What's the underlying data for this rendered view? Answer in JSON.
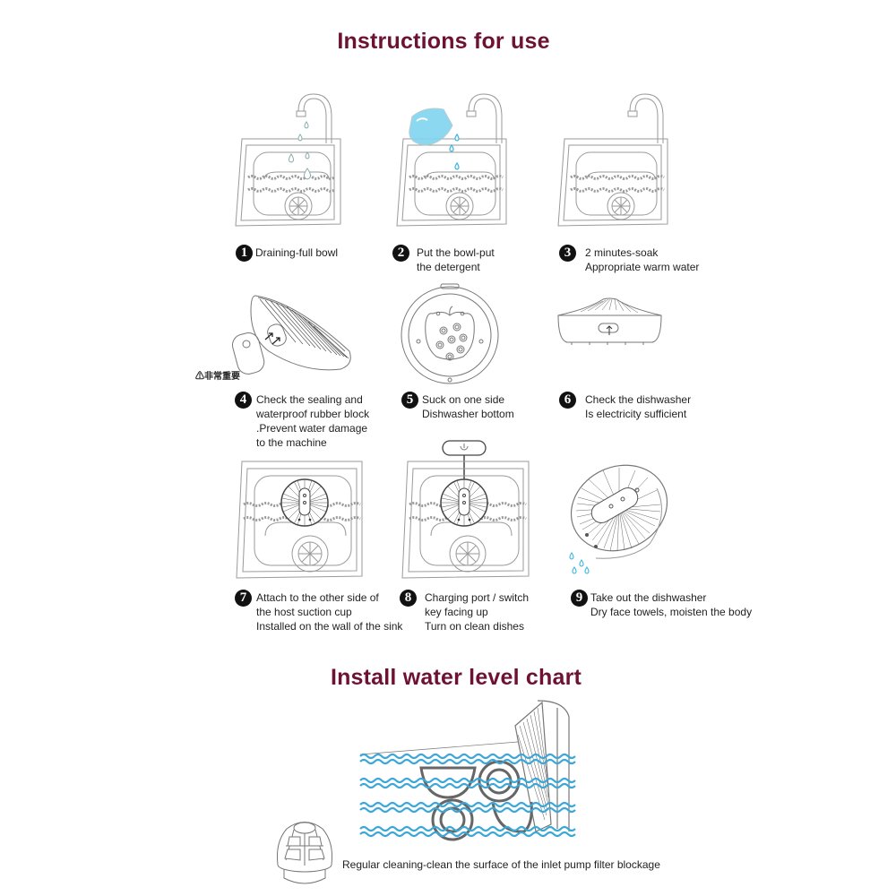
{
  "header": {
    "title": "Instructions for use"
  },
  "steps": [
    {
      "number": "1",
      "lines": [
        "Draining-full bowl"
      ],
      "icon": "sink-faucet-drops"
    },
    {
      "number": "2",
      "lines": [
        "Put the bowl-put",
        "the detergent"
      ],
      "icon": "sink-detergent-pour"
    },
    {
      "number": "3",
      "lines": [
        "2 minutes-soak",
        "Appropriate warm water"
      ],
      "icon": "sink-soak"
    },
    {
      "number": "4",
      "lines": [
        "Check the sealing and",
        "waterproof rubber block",
        ".Prevent water damage",
        "to the machine"
      ],
      "icon": "dishwasher-rubber-block",
      "warning": "⚠非常重要"
    },
    {
      "number": "5",
      "lines": [
        "Suck on one side",
        "Dishwasher bottom"
      ],
      "icon": "dishwasher-bottom-suction"
    },
    {
      "number": "6",
      "lines": [
        "Check the dishwasher",
        "Is electricity sufficient"
      ],
      "icon": "dishwasher-side-charge"
    },
    {
      "number": "7",
      "lines": [
        "Attach to the other side of",
        "the host suction cup",
        "Installed on the wall of the sink"
      ],
      "icon": "sink-dishwasher-attached"
    },
    {
      "number": "8",
      "lines": [
        "Charging port / switch",
        "key facing up",
        "Turn on clean dishes"
      ],
      "icon": "sink-dishwasher-power"
    },
    {
      "number": "9",
      "lines": [
        "Take out the dishwasher",
        "Dry face towels, moisten the body"
      ],
      "icon": "dishwasher-drip-dry"
    }
  ],
  "water_chart": {
    "title": "Install water level chart",
    "caption": "Regular cleaning-clean the surface of the inlet pump filter blockage"
  },
  "colors": {
    "title": "#6e1234",
    "water": "#3aa7d8",
    "line": "#8a8a8a",
    "badge": "#111111"
  }
}
